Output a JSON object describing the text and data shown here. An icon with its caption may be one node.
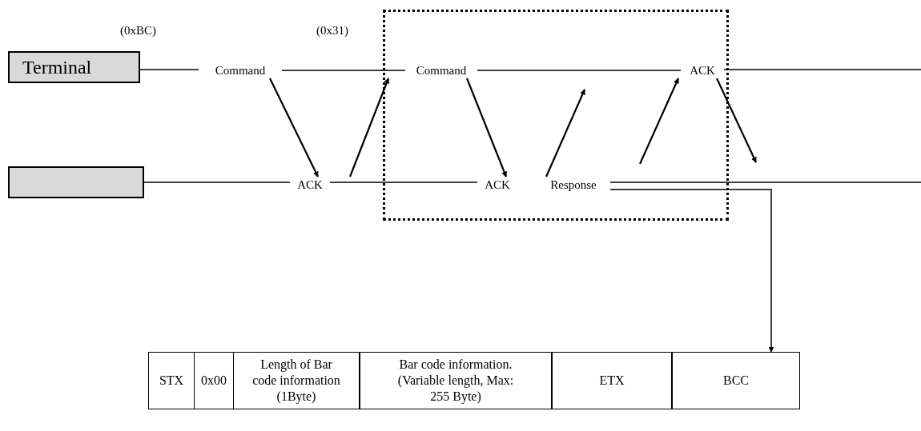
{
  "diagram": {
    "nodes": [
      {
        "text": [
          "Terminal"
        ]
      },
      {
        "text": [],
        "shape": "box"
      },
      {
        "text": [
          "Command"
        ]
      },
      {
        "text": [
          "ACK"
        ]
      },
      {
        "text": [],
        "shape": "box"
      },
      {
        "text": [
          "Command"
        ],
        "in": 4
      },
      {
        "text": [
          "ACK"
        ],
        "in": 4
      },
      {
        "text": [
          "Response"
        ],
        "in": 4
      },
      {
        "text": [
          "ACK"
        ],
        "in": 4
      },
      {
        "text": [
          "STX"
        ]
      },
      {
        "text": [
          "0x00"
        ]
      },
      {
        "text": [
          "Length of Bar code information (1Byte)"
        ]
      },
      {
        "text": [
          "Bar code information. (Variable length, Max: 255 Byte)"
        ]
      },
      {
        "text": [
          "ETX"
        ]
      },
      {
        "text": [
          "BCC"
        ]
      }
    ],
    "edges": [
      {
        "from": 0,
        "to": 2,
        "arrow": "none"
      },
      {
        "from": 2,
        "to": 5,
        "arrow": "none"
      },
      {
        "from": 5,
        "to": 8,
        "arrow": "none"
      },
      {
        "from": 8,
        "to": null,
        "arrow": "none"
      },
      {
        "from": 1,
        "to": 3,
        "arrow": "none"
      },
      {
        "from": 3,
        "to": 6,
        "arrow": "none"
      },
      {
        "from": 7,
        "to": null,
        "arrow": "none"
      },
      {
        "from": 7,
        "to": 14,
        "arrow": "to"
      },
      {
        "from": 2,
        "to": 3,
        "arrow": "to"
      },
      {
        "from": 3,
        "to": 5,
        "arrow": "to"
      },
      {
        "from": 5,
        "to": 6,
        "arrow": "to"
      },
      {
        "from": 7,
        "to": null,
        "arrow": "to"
      },
      {
        "from": null,
        "to": 8,
        "arrow": "to"
      },
      {
        "from": 8,
        "to": null,
        "arrow": "to"
      }
    ],
    "labels": [
      "(0xBC)",
      "(0x31)"
    ]
  }
}
